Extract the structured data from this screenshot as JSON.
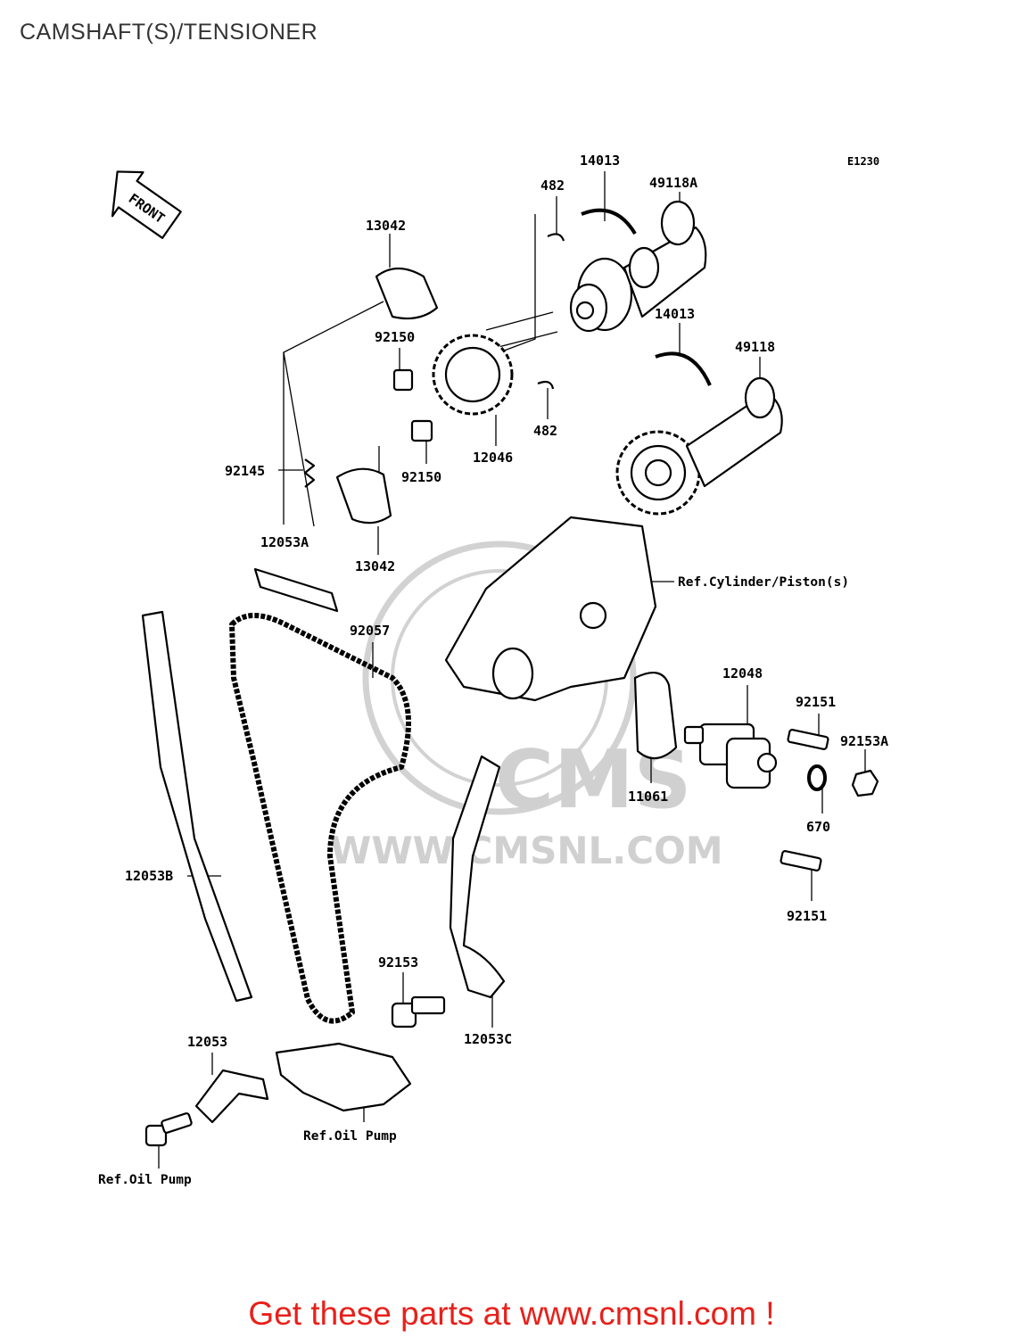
{
  "page": {
    "title": "CAMSHAFT(S)/TENSIONER"
  },
  "diagram": {
    "code": "E1230",
    "front_label": "FRONT",
    "watermark": {
      "logo_text": "CMS",
      "url_text": "WWW.CMSNL.COM"
    },
    "labels": {
      "p14013_top": "14013",
      "p49118A": "49118A",
      "p482_top": "482",
      "p13042_top": "13042",
      "p92150_top": "92150",
      "p14013_mid": "14013",
      "p49118": "49118",
      "p482_bot": "482",
      "p92145": "92145",
      "p92150_bot": "92150",
      "p12046": "12046",
      "p13042_bot": "13042",
      "p12053A": "12053A",
      "ref_cylinder": "Ref.Cylinder/Piston(s)",
      "p92057": "92057",
      "p12048": "12048",
      "p92151_top": "92151",
      "p92153A": "92153A",
      "p11061": "11061",
      "p670": "670",
      "p12053B": "12053B",
      "p92151_bot": "92151",
      "p92153": "92153",
      "p12053C": "12053C",
      "p12053": "12053",
      "ref_oil_pump_1": "Ref.Oil Pump",
      "ref_oil_pump_2": "Ref.Oil Pump"
    }
  },
  "footer": {
    "text": "Get these parts at www.cmsnl.com !"
  },
  "colors": {
    "footer": "#e8201a",
    "title": "#333333",
    "watermark": "#d0d0d0"
  }
}
